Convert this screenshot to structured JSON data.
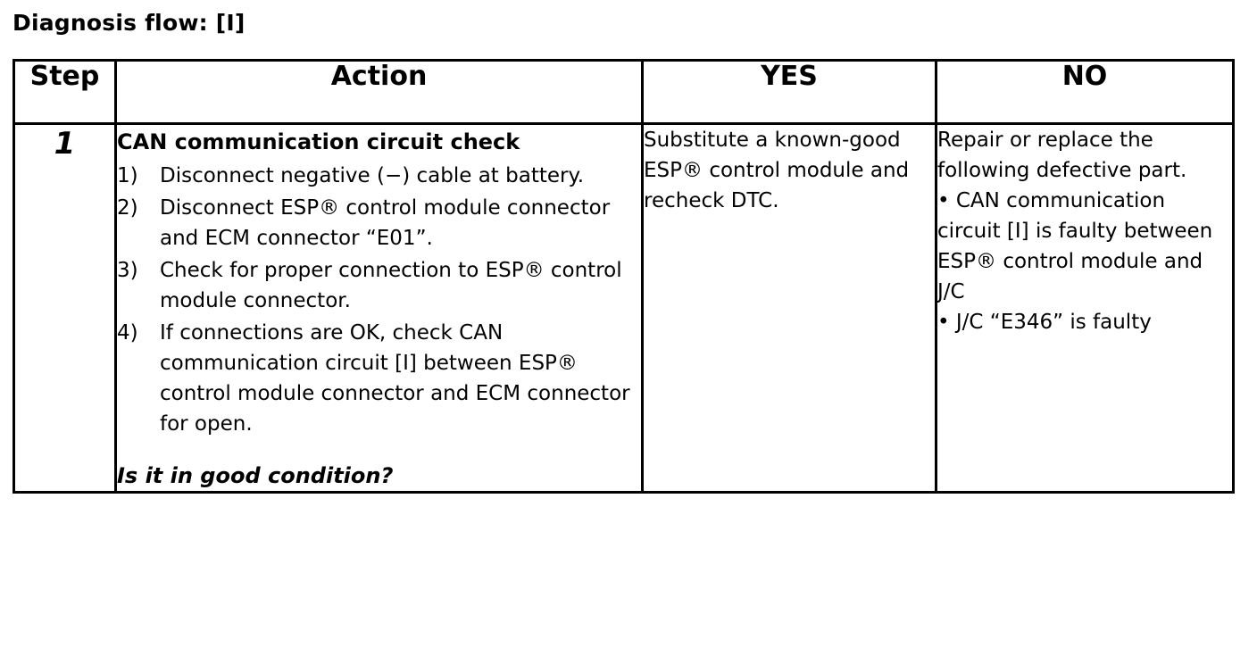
{
  "document": {
    "title": "Diagnosis flow: [I]"
  },
  "table": {
    "headers": {
      "step": "Step",
      "action": "Action",
      "yes": "YES",
      "no": "NO"
    },
    "rows": [
      {
        "step": "1",
        "action": {
          "heading": "CAN communication circuit check",
          "steps": [
            {
              "number": "1)",
              "text": "Disconnect negative (−) cable at battery."
            },
            {
              "number": "2)",
              "text": "Disconnect ESP® control module connector and ECM connector “E01”."
            },
            {
              "number": "3)",
              "text": "Check for proper connection to ESP® control module connector."
            },
            {
              "number": "4)",
              "text": "If connections are OK, check CAN communication circuit [I] between ESP® control module connector and ECM connector for open."
            }
          ],
          "question": "Is it in good condition?"
        },
        "yes": {
          "text": "Substitute a known-good ESP® control module and recheck DTC."
        },
        "no": {
          "intro": "Repair or replace the following defective part.",
          "bullets": [
            "• CAN communication circuit [I] is faulty between ESP® control module and J/C",
            "• J/C “E346” is faulty"
          ]
        }
      }
    ]
  }
}
